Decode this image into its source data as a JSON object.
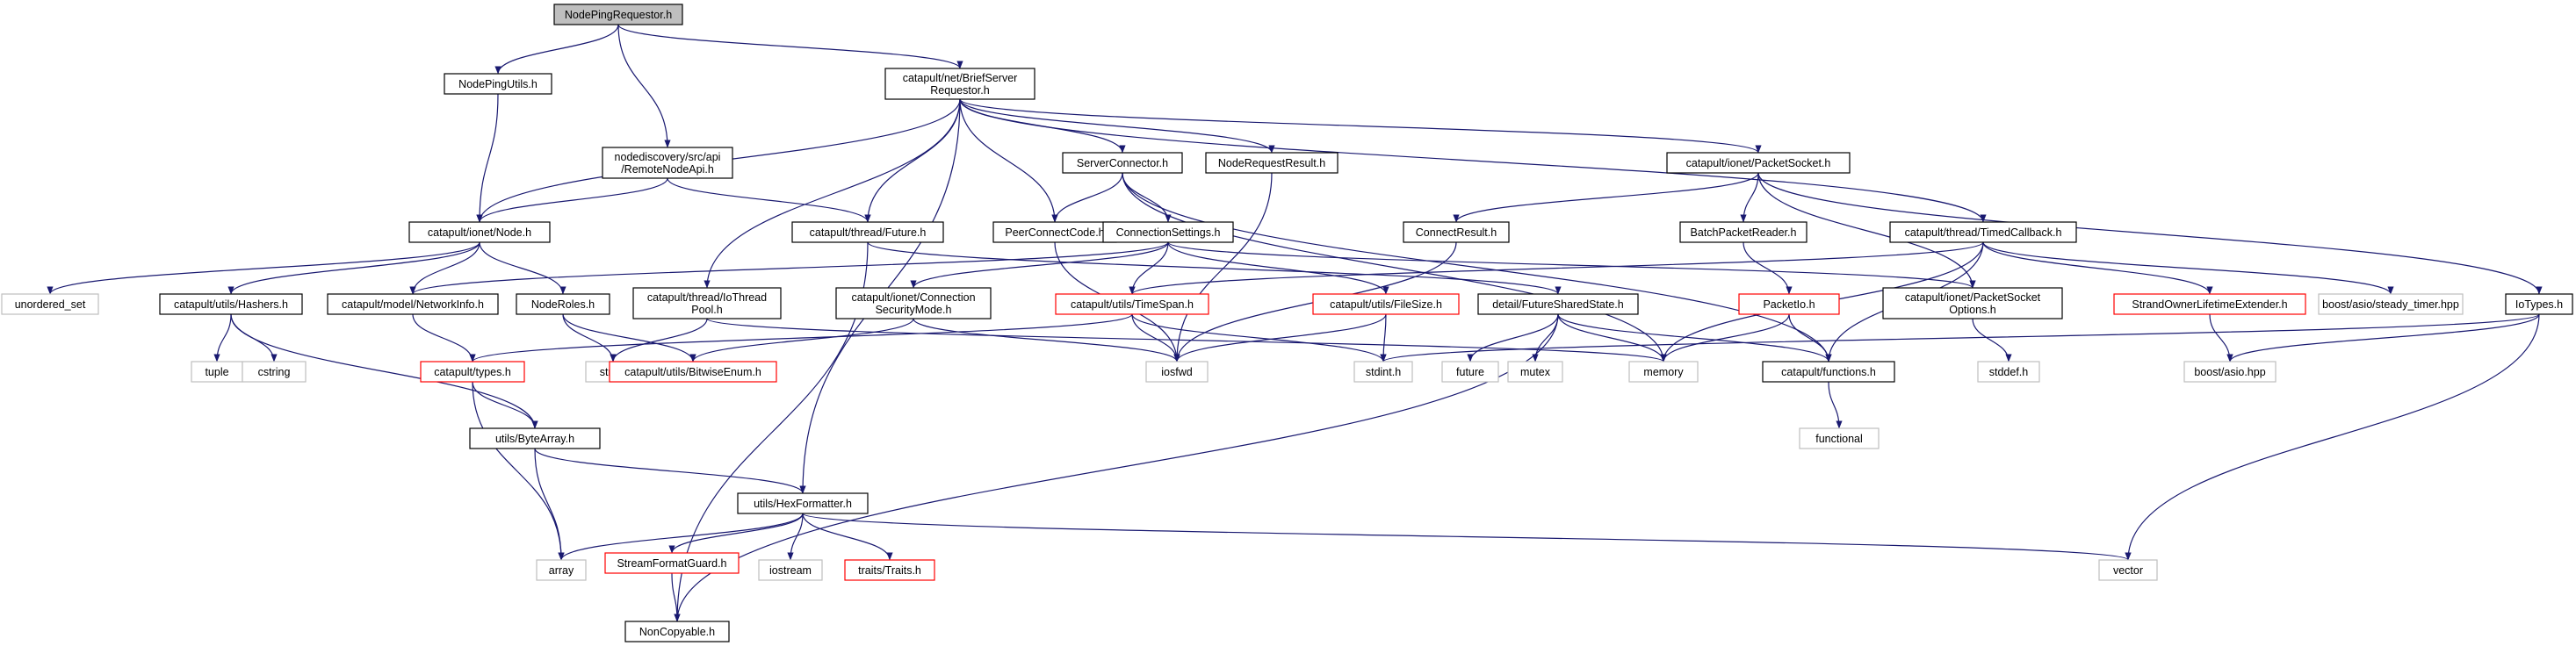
{
  "graph": {
    "colors": {
      "edge": "#191970",
      "root_fill": "#bfbfbf",
      "node_border": "#000000",
      "missing_border": "#ff0000",
      "system_border": "#bfbfbf",
      "system_text": "#404040"
    },
    "nodes": [
      {
        "id": "root",
        "lines": [
          "NodePingRequestor.h"
        ],
        "kind": "root"
      },
      {
        "id": "nodepingutils",
        "lines": [
          "NodePingUtils.h"
        ],
        "kind": "normal"
      },
      {
        "id": "briefserver",
        "lines": [
          "catapult/net/BriefServer",
          "Requestor.h"
        ],
        "kind": "normal"
      },
      {
        "id": "remotenodeapi",
        "lines": [
          "nodediscovery/src/api",
          "/RemoteNodeApi.h"
        ],
        "kind": "normal"
      },
      {
        "id": "serverconnector",
        "lines": [
          "ServerConnector.h"
        ],
        "kind": "normal"
      },
      {
        "id": "noderequestresult",
        "lines": [
          "NodeRequestResult.h"
        ],
        "kind": "normal"
      },
      {
        "id": "packetsocket",
        "lines": [
          "catapult/ionet/PacketSocket.h"
        ],
        "kind": "normal"
      },
      {
        "id": "ionetnode",
        "lines": [
          "catapult/ionet/Node.h"
        ],
        "kind": "normal"
      },
      {
        "id": "future",
        "lines": [
          "catapult/thread/Future.h"
        ],
        "kind": "normal"
      },
      {
        "id": "peerconnectcode",
        "lines": [
          "PeerConnectCode.h"
        ],
        "kind": "normal"
      },
      {
        "id": "connectionsettings",
        "lines": [
          "ConnectionSettings.h"
        ],
        "kind": "normal"
      },
      {
        "id": "connectresult",
        "lines": [
          "ConnectResult.h"
        ],
        "kind": "normal"
      },
      {
        "id": "batchpacketreader",
        "lines": [
          "BatchPacketReader.h"
        ],
        "kind": "normal"
      },
      {
        "id": "timedcallback",
        "lines": [
          "catapult/thread/TimedCallback.h"
        ],
        "kind": "normal"
      },
      {
        "id": "unordered_set",
        "lines": [
          "unordered_set"
        ],
        "kind": "system"
      },
      {
        "id": "hashers",
        "lines": [
          "catapult/utils/Hashers.h"
        ],
        "kind": "normal"
      },
      {
        "id": "networkinfo",
        "lines": [
          "catapult/model/NetworkInfo.h"
        ],
        "kind": "normal"
      },
      {
        "id": "noderoles",
        "lines": [
          "NodeRoles.h"
        ],
        "kind": "normal"
      },
      {
        "id": "iothreadpool",
        "lines": [
          "catapult/thread/IoThread",
          "Pool.h"
        ],
        "kind": "normal"
      },
      {
        "id": "connsecuritymode",
        "lines": [
          "catapult/ionet/Connection",
          "SecurityMode.h"
        ],
        "kind": "normal"
      },
      {
        "id": "timespan",
        "lines": [
          "catapult/utils/TimeSpan.h"
        ],
        "kind": "missing"
      },
      {
        "id": "filesize",
        "lines": [
          "catapult/utils/FileSize.h"
        ],
        "kind": "missing"
      },
      {
        "id": "futuresharedstate",
        "lines": [
          "detail/FutureSharedState.h"
        ],
        "kind": "normal"
      },
      {
        "id": "packetio",
        "lines": [
          "PacketIo.h"
        ],
        "kind": "missing"
      },
      {
        "id": "packetsocketoptions",
        "lines": [
          "catapult/ionet/PacketSocket",
          "Options.h"
        ],
        "kind": "normal"
      },
      {
        "id": "strandowner",
        "lines": [
          "StrandOwnerLifetimeExtender.h"
        ],
        "kind": "missing"
      },
      {
        "id": "steady_timer",
        "lines": [
          "boost/asio/steady_timer.hpp"
        ],
        "kind": "system"
      },
      {
        "id": "iotypes",
        "lines": [
          "IoTypes.h"
        ],
        "kind": "normal"
      },
      {
        "id": "tuple",
        "lines": [
          "tuple"
        ],
        "kind": "system"
      },
      {
        "id": "cstring",
        "lines": [
          "cstring"
        ],
        "kind": "system"
      },
      {
        "id": "types",
        "lines": [
          "catapult/types.h"
        ],
        "kind": "missing"
      },
      {
        "id": "string",
        "lines": [
          "string"
        ],
        "kind": "system"
      },
      {
        "id": "bitwiseenum",
        "lines": [
          "catapult/utils/BitwiseEnum.h"
        ],
        "kind": "missing"
      },
      {
        "id": "iosfwd",
        "lines": [
          "iosfwd"
        ],
        "kind": "system"
      },
      {
        "id": "stdint",
        "lines": [
          "stdint.h"
        ],
        "kind": "system"
      },
      {
        "id": "future_std",
        "lines": [
          "future"
        ],
        "kind": "system"
      },
      {
        "id": "mutex",
        "lines": [
          "mutex"
        ],
        "kind": "system"
      },
      {
        "id": "memory",
        "lines": [
          "memory"
        ],
        "kind": "system"
      },
      {
        "id": "functions",
        "lines": [
          "catapult/functions.h"
        ],
        "kind": "normal"
      },
      {
        "id": "stddef",
        "lines": [
          "stddef.h"
        ],
        "kind": "system"
      },
      {
        "id": "boostasio",
        "lines": [
          "boost/asio.hpp"
        ],
        "kind": "system"
      },
      {
        "id": "bytearray",
        "lines": [
          "utils/ByteArray.h"
        ],
        "kind": "normal"
      },
      {
        "id": "functional",
        "lines": [
          "functional"
        ],
        "kind": "system"
      },
      {
        "id": "hexformatter",
        "lines": [
          "utils/HexFormatter.h"
        ],
        "kind": "normal"
      },
      {
        "id": "array",
        "lines": [
          "array"
        ],
        "kind": "system"
      },
      {
        "id": "streamformatguard",
        "lines": [
          "StreamFormatGuard.h"
        ],
        "kind": "missing"
      },
      {
        "id": "iostream",
        "lines": [
          "iostream"
        ],
        "kind": "system"
      },
      {
        "id": "traits",
        "lines": [
          "traits/Traits.h"
        ],
        "kind": "missing"
      },
      {
        "id": "vector",
        "lines": [
          "vector"
        ],
        "kind": "system"
      },
      {
        "id": "noncopyable",
        "lines": [
          "NonCopyable.h"
        ],
        "kind": "normal"
      }
    ],
    "edges": [
      [
        "root",
        "nodepingutils"
      ],
      [
        "root",
        "remotenodeapi"
      ],
      [
        "root",
        "briefserver"
      ],
      [
        "nodepingutils",
        "ionetnode"
      ],
      [
        "remotenodeapi",
        "ionetnode"
      ],
      [
        "remotenodeapi",
        "future"
      ],
      [
        "briefserver",
        "ionetnode"
      ],
      [
        "briefserver",
        "iothreadpool"
      ],
      [
        "briefserver",
        "future"
      ],
      [
        "briefserver",
        "peerconnectcode"
      ],
      [
        "briefserver",
        "serverconnector"
      ],
      [
        "briefserver",
        "noderequestresult"
      ],
      [
        "briefserver",
        "packetsocket"
      ],
      [
        "briefserver",
        "timedcallback"
      ],
      [
        "briefserver",
        "hexformatter"
      ],
      [
        "serverconnector",
        "peerconnectcode"
      ],
      [
        "serverconnector",
        "connectionsettings"
      ],
      [
        "serverconnector",
        "memory"
      ],
      [
        "serverconnector",
        "functions"
      ],
      [
        "noderequestresult",
        "iosfwd"
      ],
      [
        "packetsocket",
        "connectresult"
      ],
      [
        "packetsocket",
        "batchpacketreader"
      ],
      [
        "packetsocket",
        "packetsocketoptions"
      ],
      [
        "packetsocket",
        "iotypes"
      ],
      [
        "ionetnode",
        "unordered_set"
      ],
      [
        "ionetnode",
        "hashers"
      ],
      [
        "ionetnode",
        "networkinfo"
      ],
      [
        "ionetnode",
        "noderoles"
      ],
      [
        "future",
        "futuresharedstate"
      ],
      [
        "future",
        "noncopyable"
      ],
      [
        "peerconnectcode",
        "iosfwd"
      ],
      [
        "connectionsettings",
        "networkinfo"
      ],
      [
        "connectionsettings",
        "connsecuritymode"
      ],
      [
        "connectionsettings",
        "timespan"
      ],
      [
        "connectionsettings",
        "filesize"
      ],
      [
        "connectionsettings",
        "packetsocketoptions"
      ],
      [
        "connectresult",
        "iosfwd"
      ],
      [
        "batchpacketreader",
        "packetio"
      ],
      [
        "timedcallback",
        "timespan"
      ],
      [
        "timedcallback",
        "functions"
      ],
      [
        "timedcallback",
        "memory"
      ],
      [
        "timedcallback",
        "strandowner"
      ],
      [
        "timedcallback",
        "steady_timer"
      ],
      [
        "hashers",
        "tuple"
      ],
      [
        "hashers",
        "cstring"
      ],
      [
        "hashers",
        "bytearray"
      ],
      [
        "networkinfo",
        "types"
      ],
      [
        "noderoles",
        "string"
      ],
      [
        "noderoles",
        "bitwiseenum"
      ],
      [
        "iothreadpool",
        "string"
      ],
      [
        "iothreadpool",
        "memory"
      ],
      [
        "connsecuritymode",
        "bitwiseenum"
      ],
      [
        "connsecuritymode",
        "iosfwd"
      ],
      [
        "timespan",
        "types"
      ],
      [
        "timespan",
        "iosfwd"
      ],
      [
        "timespan",
        "stdint"
      ],
      [
        "filesize",
        "iosfwd"
      ],
      [
        "filesize",
        "stdint"
      ],
      [
        "futuresharedstate",
        "future_std"
      ],
      [
        "futuresharedstate",
        "mutex"
      ],
      [
        "futuresharedstate",
        "memory"
      ],
      [
        "futuresharedstate",
        "functions"
      ],
      [
        "futuresharedstate",
        "noncopyable"
      ],
      [
        "packetio",
        "functions"
      ],
      [
        "packetio",
        "memory"
      ],
      [
        "packetsocketoptions",
        "stddef"
      ],
      [
        "strandowner",
        "boostasio"
      ],
      [
        "iotypes",
        "stdint"
      ],
      [
        "iotypes",
        "boostasio"
      ],
      [
        "iotypes",
        "vector"
      ],
      [
        "types",
        "bytearray"
      ],
      [
        "types",
        "array"
      ],
      [
        "bytearray",
        "array"
      ],
      [
        "bytearray",
        "hexformatter"
      ],
      [
        "functions",
        "functional"
      ],
      [
        "hexformatter",
        "array"
      ],
      [
        "hexformatter",
        "streamformatguard"
      ],
      [
        "hexformatter",
        "iostream"
      ],
      [
        "hexformatter",
        "traits"
      ],
      [
        "hexformatter",
        "vector"
      ],
      [
        "streamformatguard",
        "noncopyable"
      ]
    ]
  }
}
